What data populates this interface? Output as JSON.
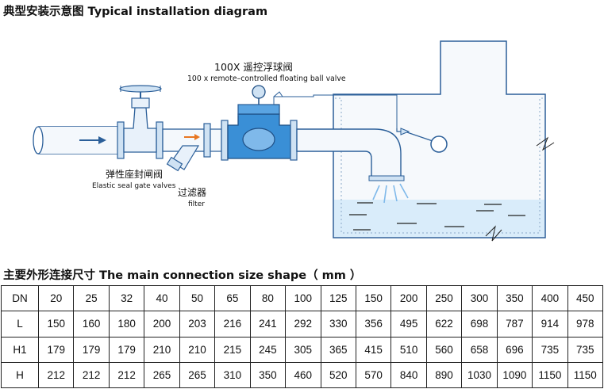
{
  "headings": {
    "diagram": "典型安装示意图 Typical installation diagram",
    "size_table": "主要外形连接尺寸 The main connection size shape（ mm ）"
  },
  "diagram": {
    "valve_cn": "100X 遥控浮球阀",
    "valve_en": "100 x remote–controlled floating ball valve",
    "gate_cn": "弹性座封闸阀",
    "gate_en": "Elastic seal gate valves",
    "filter_cn": "过滤器",
    "filter_en": "filter"
  },
  "colors": {
    "pipe_stroke": "#2b5f99",
    "valve_fill": "#3a8fd6",
    "water": "#d9ecfa"
  },
  "table": {
    "rows": [
      {
        "label": "DN",
        "values": [
          "20",
          "25",
          "32",
          "40",
          "50",
          "65",
          "80",
          "100",
          "125",
          "150",
          "200",
          "250",
          "300",
          "350",
          "400",
          "450"
        ]
      },
      {
        "label": "L",
        "values": [
          "150",
          "160",
          "180",
          "200",
          "203",
          "216",
          "241",
          "292",
          "330",
          "356",
          "495",
          "622",
          "698",
          "787",
          "914",
          "978"
        ]
      },
      {
        "label": "H1",
        "values": [
          "179",
          "179",
          "179",
          "210",
          "210",
          "215",
          "245",
          "305",
          "365",
          "415",
          "510",
          "560",
          "658",
          "696",
          "735",
          "735"
        ]
      },
      {
        "label": "H",
        "values": [
          "212",
          "212",
          "212",
          "265",
          "265",
          "310",
          "350",
          "460",
          "520",
          "570",
          "840",
          "890",
          "1030",
          "1090",
          "1150",
          "1150"
        ]
      }
    ]
  }
}
